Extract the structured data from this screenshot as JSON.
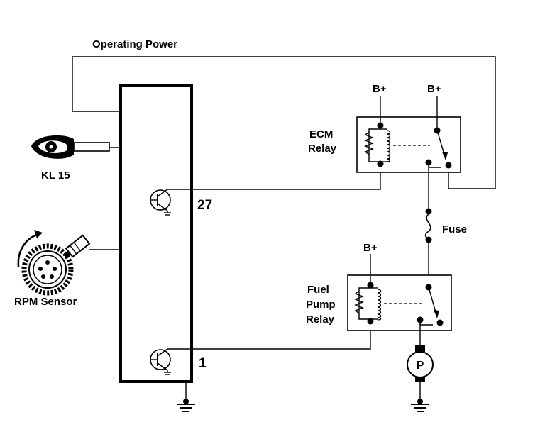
{
  "labels": {
    "operating_power": "Operating Power",
    "kl15": "KL 15",
    "rpm_sensor": "RPM Sensor",
    "pin_27": "27",
    "pin_1": "1",
    "ecm_relay_line1": "ECM",
    "ecm_relay_line2": "Relay",
    "b_plus_ecm_coil": "B+",
    "b_plus_ecm_switch": "B+",
    "fuse": "Fuse",
    "b_plus_fuel": "B+",
    "fuel_relay_line1": "Fuel",
    "fuel_relay_line2": "Pump",
    "fuel_relay_line3": "Relay",
    "pump_symbol": "P"
  },
  "icons": {
    "ignition_key": "key-icon",
    "rpm_sensor": "gear-sensor-icon",
    "ground": "ground-icon",
    "transistor": "transistor-icon",
    "fuel_pump": "motor-icon"
  }
}
